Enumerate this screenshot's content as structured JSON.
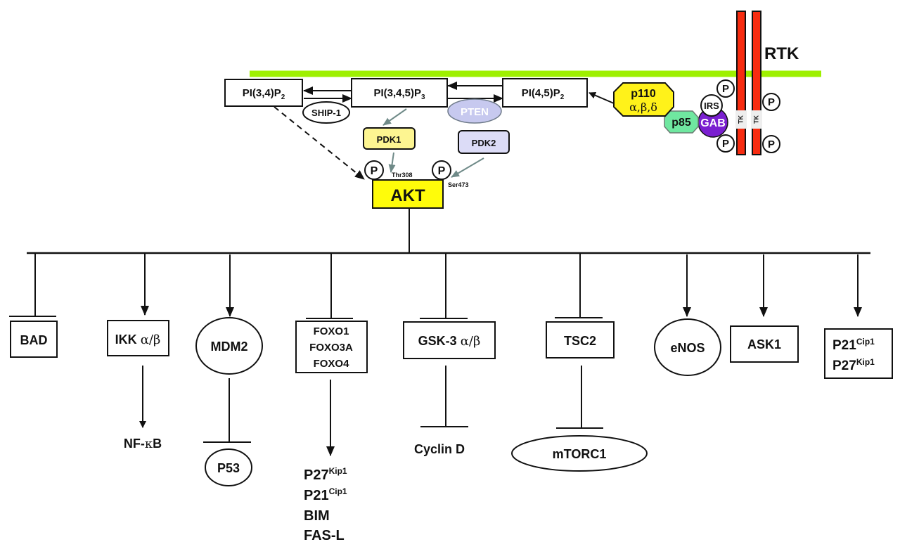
{
  "title": "PI3K/AKT signaling pathway",
  "colors": {
    "membrane": "#9ef000",
    "receptor": "#f72c10",
    "akt": "#fffc0a",
    "pdk1": "#fdf591",
    "pdk2": "#dcdcf7",
    "pten": "#c7c9ef",
    "p110": "#fff21a",
    "p85": "#6fe7a0",
    "gab": "#7a1fd0"
  },
  "membrane": {
    "receptor_label": "RTK",
    "tk_label": "TK",
    "phospho_label": "P"
  },
  "lipids": {
    "pip2_34": {
      "base": "PI(3,4)P",
      "sub": "2"
    },
    "pip3": {
      "base": "PI(3,4,5)P",
      "sub": "3"
    },
    "pip2_45": {
      "base": "PI(4,5)P",
      "sub": "2"
    }
  },
  "enzymes": {
    "ship1": "SHIP-1",
    "pten": "PTEN",
    "pdk1": "PDK1",
    "pdk2": "PDK2",
    "p110_line1": "p110",
    "p110_line2": "α,β,δ",
    "p85": "p85",
    "irs": "IRS",
    "gab": "GAB"
  },
  "akt": {
    "label": "AKT",
    "site1": "Thr308",
    "site2": "Ser473",
    "phospho_label": "P"
  },
  "targets": [
    {
      "id": "bad",
      "label": "BAD",
      "effect": "inhibit"
    },
    {
      "id": "ikk",
      "label": "IKK",
      "greek": "α/β",
      "effect": "activate",
      "downstream": {
        "label": "NF-",
        "greek": "κ",
        "suffix": "B",
        "effect": "activate"
      }
    },
    {
      "id": "mdm2",
      "label": "MDM2",
      "effect": "activate",
      "downstream": {
        "label": "P53",
        "effect": "inhibit"
      }
    },
    {
      "id": "foxo",
      "lines": [
        "FOXO1",
        "FOXO3A",
        "FOXO4"
      ],
      "effect": "inhibit",
      "downstream": {
        "effect": "activate",
        "items": [
          {
            "base": "P27",
            "sup": "Kip1"
          },
          {
            "base": "P21",
            "sup": "Cip1"
          },
          {
            "base": "BIM",
            "sup": ""
          },
          {
            "base": "FAS-L",
            "sup": ""
          }
        ]
      }
    },
    {
      "id": "gsk3",
      "label": "GSK-3",
      "greek": "α/β",
      "effect": "inhibit",
      "downstream": {
        "label": "Cyclin D",
        "effect": "inhibit"
      }
    },
    {
      "id": "tsc2",
      "label": "TSC2",
      "effect": "inhibit",
      "downstream": {
        "label": "mTORC1",
        "effect": "inhibit"
      }
    },
    {
      "id": "enos",
      "label": "eNOS",
      "effect": "activate"
    },
    {
      "id": "ask1",
      "label": "ASK1",
      "effect": "activate"
    },
    {
      "id": "cki",
      "effect": "activate",
      "lines": [
        {
          "base": "P21",
          "sup": "Cip1"
        },
        {
          "base": "P27",
          "sup": "Kip1"
        }
      ]
    }
  ]
}
